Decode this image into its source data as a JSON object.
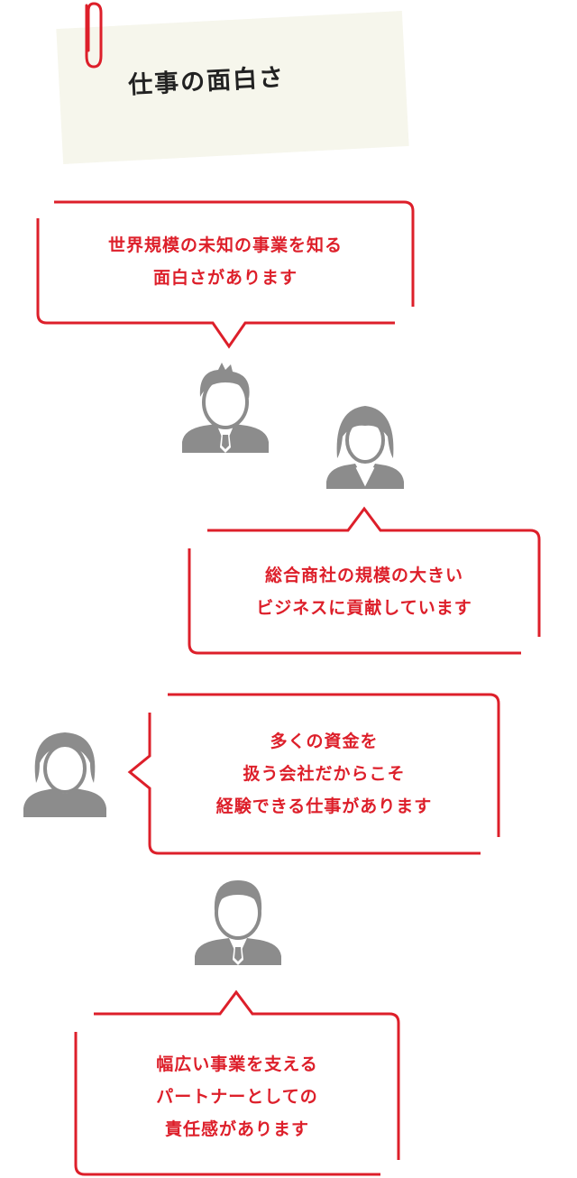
{
  "header": {
    "title": "仕事の面白さ"
  },
  "colors": {
    "accent": "#dd1f2a",
    "avatar": "#8c8c8c",
    "note": "#f6f6ec"
  },
  "bubbles": [
    {
      "lines": [
        "世界規模の未知の事業を知る",
        "面白さがあります"
      ]
    },
    {
      "lines": [
        "総合商社の規模の大きい",
        "ビジネスに貢献しています"
      ]
    },
    {
      "lines": [
        "多くの資金を",
        "扱う会社だからこそ",
        "経験できる仕事があります"
      ]
    },
    {
      "lines": [
        "幅広い事業を支える",
        "パートナーとしての",
        "責任感があります"
      ]
    }
  ],
  "avatars": [
    {
      "icon": "man-spiky-hair-icon"
    },
    {
      "icon": "woman-long-hair-icon"
    },
    {
      "icon": "woman-short-hair-icon"
    },
    {
      "icon": "man-icon"
    }
  ]
}
